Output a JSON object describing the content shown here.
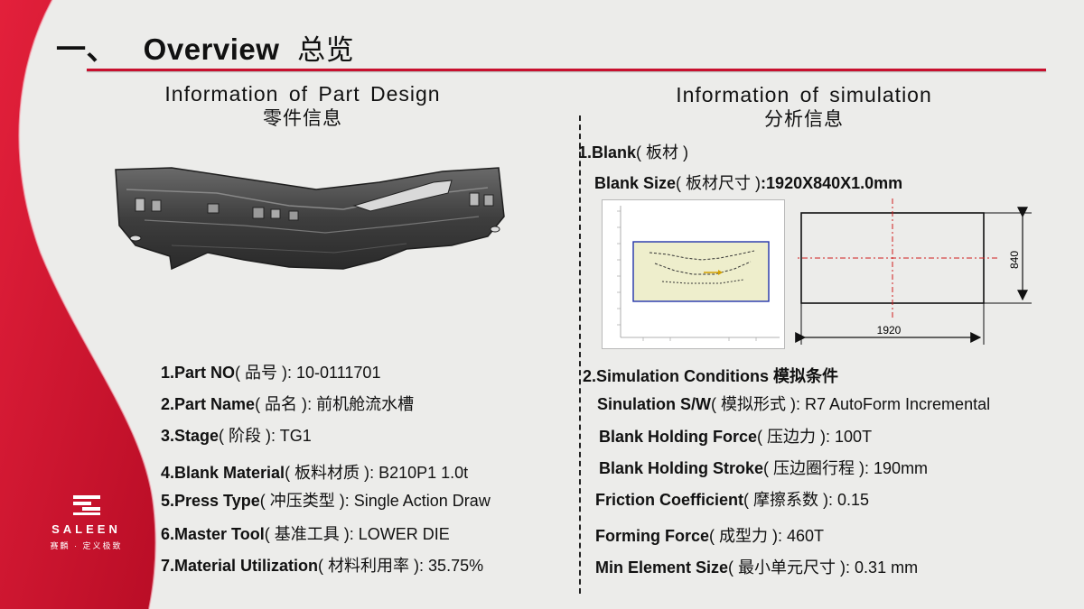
{
  "header": {
    "number": "一、",
    "title_en": "Overview",
    "title_cn": "总览"
  },
  "left": {
    "heading_en": "Information of Part Design",
    "heading_cn": "零件信息",
    "items": [
      {
        "label": "1.Part NO",
        "cn": "( 品号 )",
        "value": ": 10-0111701"
      },
      {
        "label": "2.Part Name",
        "cn": "( 品名 )",
        "value": ":  前机舱流水槽"
      },
      {
        "label": "3.Stage",
        "cn": "( 阶段 )",
        "value": ": TG1"
      },
      {
        "label": "4.Blank Material",
        "cn": "( 板料材质 )",
        "value": ": B210P1  1.0t"
      },
      {
        "label": "5.Press Type",
        "cn": "( 冲压类型 )",
        "value": ": Single Action Draw"
      },
      {
        "label": "6.Master Tool",
        "cn": "( 基准工具 )",
        "value": ": LOWER DIE"
      },
      {
        "label": "7.Material Utilization",
        "cn": "( 材料利用率 )",
        "value": ": 35.75%"
      }
    ]
  },
  "right": {
    "heading_en": "Information of simulation",
    "heading_cn": "分析信息",
    "blank_section": {
      "label": "1.Blank",
      "cn": "( 板材 )"
    },
    "blank_size": {
      "label": "Blank Size",
      "cn": "( 板材尺寸 )",
      "value": ":1920X840X1.0mm"
    },
    "drawing": {
      "width_label": "1920",
      "height_label": "840"
    },
    "sim_section": {
      "label": "2.Simulation Conditions",
      "cn": " 模拟条件"
    },
    "items": [
      {
        "label": "Sinulation S/W",
        "cn": "( 模拟形式 )",
        "value": ": R7 AutoForm Incremental"
      },
      {
        "label": "Blank Holding Force",
        "cn": "( 压边力 )",
        "value": ": 100T"
      },
      {
        "label": "Blank Holding Stroke",
        "cn": "( 压边圈行程 )",
        "value": ": 190mm"
      },
      {
        "label": "Friction Coefficient",
        "cn": "( 摩擦系数 )",
        "value": ": 0.15"
      },
      {
        "label": "Forming Force",
        "cn": "( 成型力 )",
        "value": ": 460T"
      },
      {
        "label": "Min Element Size",
        "cn": "( 最小单元尺寸  )",
        "value": ": 0.31 mm"
      }
    ]
  },
  "logo": {
    "word": "SALEEN",
    "tagline": "赛麟 · 定义极致"
  },
  "colors": {
    "accent": "#c8102e",
    "background": "#ececea"
  }
}
